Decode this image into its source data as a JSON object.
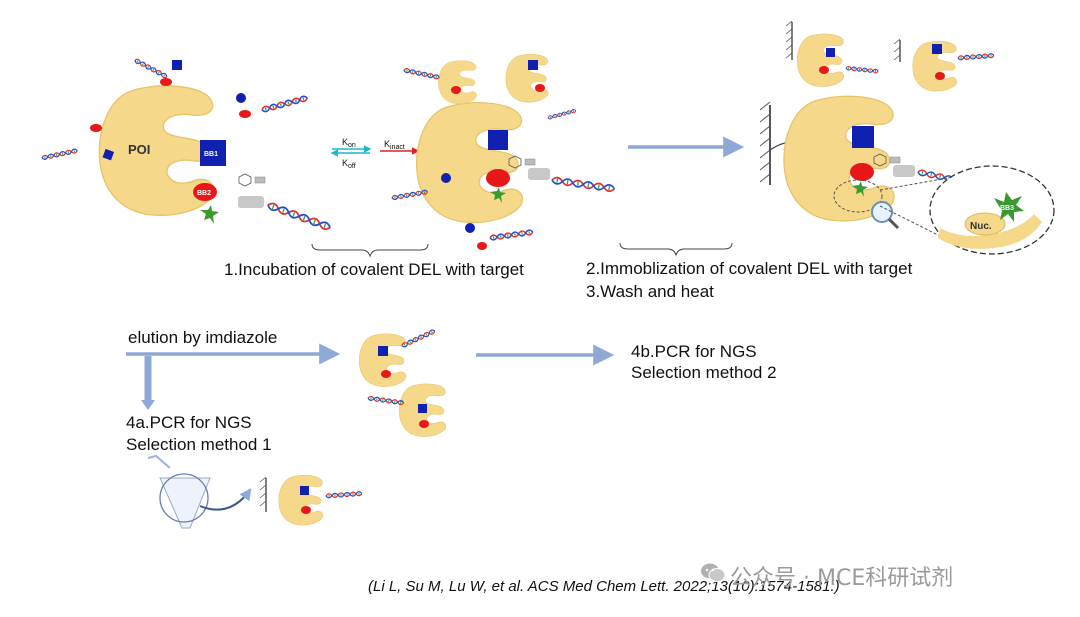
{
  "labels": {
    "poi": "POI",
    "bb1": "BB1",
    "bb2": "BB2",
    "bb3": "BB3",
    "nuc": "Nuc.",
    "kon_k": "K",
    "kon_sub": "on",
    "koff_k": "K",
    "koff_sub": "off",
    "kinact_k": "K",
    "kinact_sub": "inact"
  },
  "steps": {
    "step1": "1.Incubation of covalent DEL with target",
    "step2": "2.Immoblization of covalent DEL with target",
    "step3": "3.Wash and heat",
    "elution": "elution by imdiazole",
    "step4a_line1": "4a.PCR for NGS",
    "step4a_line2": "Selection method 1",
    "step4b_line1": "4b.PCR for NGS",
    "step4b_line2": "Selection method 2"
  },
  "citation": "(Li L, Su M, Lu W, et al. ACS Med Chem Lett. 2022;13(10):1574-1581.)",
  "watermark": "公众号 · MCE科研试剂",
  "colors": {
    "protein": "#f5d88a",
    "arrow": "#8fa9d6",
    "bb1_blue": "#1020b0",
    "bb2_red": "#e81818",
    "nuc_green": "#3a9a30",
    "equilibrium_cyan": "#20b8c8",
    "kinact_red": "#e02020"
  },
  "icons": [
    "protein-poi-icon",
    "dna-tag-icon",
    "magnifier-icon",
    "pcr-tube-icon",
    "flow-arrow-icon",
    "wall-surface-icon",
    "wechat-icon"
  ]
}
